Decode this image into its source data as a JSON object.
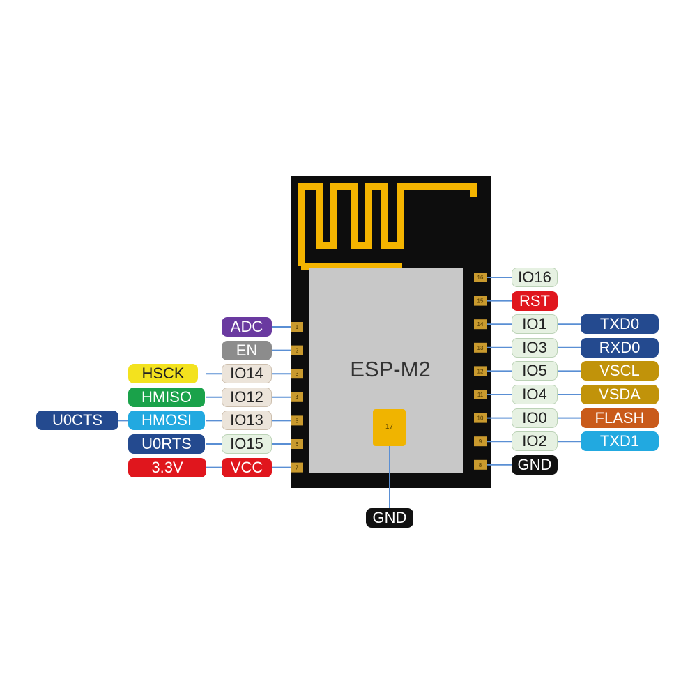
{
  "module": {
    "name": "ESP-M2",
    "center_pad_number": "17",
    "center_pad_label": "GND"
  },
  "left_pins": [
    {
      "num": "1",
      "io": "",
      "alt1": "ADC",
      "alt1_color": "#6a3aa0",
      "alt2": "",
      "alt2_color": ""
    },
    {
      "num": "2",
      "io": "",
      "alt1": "EN",
      "alt1_color": "#8c8c8c",
      "alt2": "",
      "alt2_color": ""
    },
    {
      "num": "3",
      "io": "IO14",
      "alt1": "HSCK",
      "alt1_color": "#f3e21e",
      "alt2": "",
      "alt2_color": ""
    },
    {
      "num": "4",
      "io": "IO12",
      "alt1": "HMISO",
      "alt1_color": "#1aa24a",
      "alt2": "",
      "alt2_color": ""
    },
    {
      "num": "5",
      "io": "IO13",
      "alt1": "HMOSI",
      "alt1_color": "#22a9e0",
      "alt2": "U0CTS",
      "alt2_color": "#244a8f"
    },
    {
      "num": "6",
      "io": "IO15",
      "alt1": "U0RTS",
      "alt1_color": "#244a8f",
      "alt2": "",
      "alt2_color": ""
    },
    {
      "num": "7",
      "io": "",
      "alt1": "VCC",
      "alt1_color": "#e0161d",
      "alt2": "3.3V",
      "alt2_color": "#e0161d"
    }
  ],
  "right_pins": [
    {
      "num": "16",
      "io": "IO16",
      "alt1": "",
      "alt1_color": ""
    },
    {
      "num": "15",
      "io": "",
      "alt1": "RST",
      "alt1_color": "#e0161d"
    },
    {
      "num": "14",
      "io": "IO1",
      "alt1": "TXD0",
      "alt1_color": "#244a8f"
    },
    {
      "num": "13",
      "io": "IO3",
      "alt1": "RXD0",
      "alt1_color": "#244a8f"
    },
    {
      "num": "12",
      "io": "IO5",
      "alt1": "VSCL",
      "alt1_color": "#c1930a"
    },
    {
      "num": "11",
      "io": "IO4",
      "alt1": "VSDA",
      "alt1_color": "#c1930a"
    },
    {
      "num": "10",
      "io": "IO0",
      "alt1": "FLASH",
      "alt1_color": "#c95a1a"
    },
    {
      "num": "9",
      "io": "IO2",
      "alt1": "TXD1",
      "alt1_color": "#22a9e0"
    },
    {
      "num": "8",
      "io": "",
      "alt1": "GND",
      "alt1_color": "#111111"
    }
  ],
  "colors": {
    "board": "#0d0d0d",
    "antenna": "#f4b400",
    "shield": "#c8c8c8",
    "pad": "#c99a2e",
    "line": "#5a8fd4"
  }
}
